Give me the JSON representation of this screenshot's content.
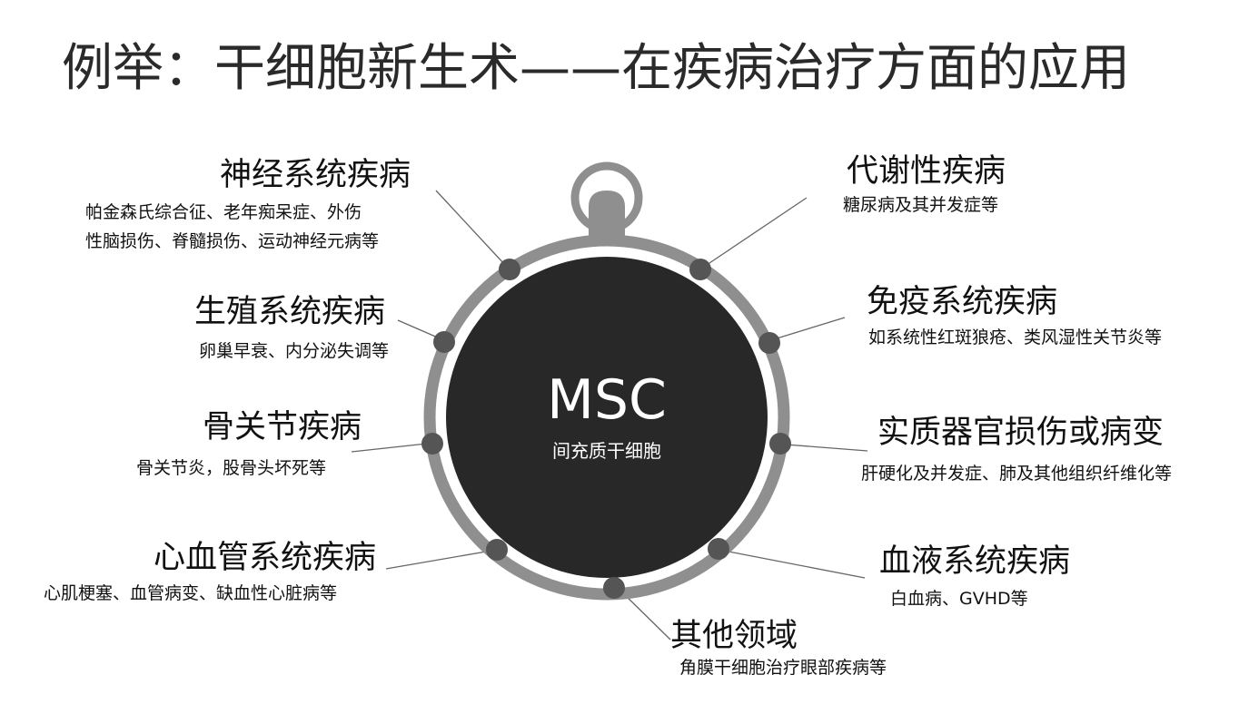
{
  "title": "例举：干细胞新生术——在疾病治疗方面的应用",
  "center": {
    "title": "MSC",
    "subtitle": "间充质干细胞"
  },
  "colors": {
    "ring": "#8f8f8f",
    "core": "#282828",
    "node": "#555555",
    "connector": "#666666",
    "text": "#111111"
  },
  "categories": [
    {
      "id": "neuro",
      "title": "神经系统疾病",
      "desc": [
        "帕金森氏综合征、老年痴呆症、外伤",
        "性脑损伤、脊髓损伤、运动神经元病等"
      ]
    },
    {
      "id": "reproductive",
      "title": "生殖系统疾病",
      "desc": [
        "卵巢早衰、内分泌失调等"
      ]
    },
    {
      "id": "bone-joint",
      "title": "骨关节疾病",
      "desc": [
        "骨关节炎，股骨头坏死等"
      ]
    },
    {
      "id": "cardio",
      "title": "心血管系统疾病",
      "desc": [
        "心肌梗塞、血管病变、缺血性心脏病等"
      ]
    },
    {
      "id": "metabolic",
      "title": "代谢性疾病",
      "desc": [
        "糖尿病及其并发症等"
      ]
    },
    {
      "id": "immune",
      "title": "免疫系统疾病",
      "desc": [
        "如系统性红斑狼疮、类风湿性关节炎等"
      ]
    },
    {
      "id": "organ",
      "title": "实质器官损伤或病变",
      "desc": [
        "肝硬化及并发症、肺及其他组织纤维化等"
      ]
    },
    {
      "id": "blood",
      "title": "血液系统疾病",
      "desc": [
        "白血病、GVHD等"
      ]
    },
    {
      "id": "other",
      "title": "其他领域",
      "desc": [
        "角膜干细胞治疗眼部疾病等"
      ]
    }
  ]
}
